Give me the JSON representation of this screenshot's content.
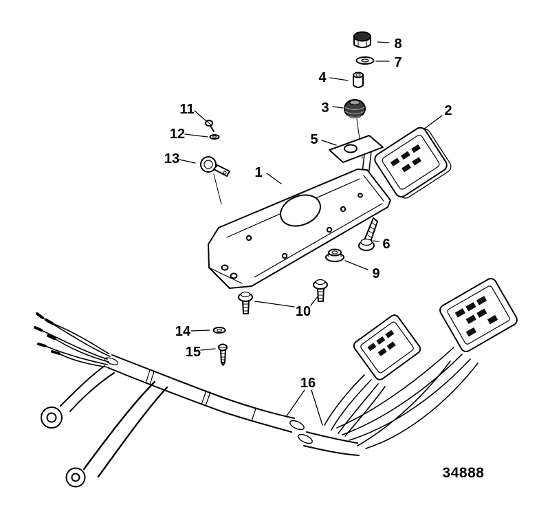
{
  "diagram": {
    "drawing_number": "34888",
    "callouts": [
      "1",
      "2",
      "3",
      "4",
      "5",
      "6",
      "7",
      "8",
      "9",
      "10",
      "11",
      "12",
      "13",
      "14",
      "15",
      "16"
    ]
  }
}
